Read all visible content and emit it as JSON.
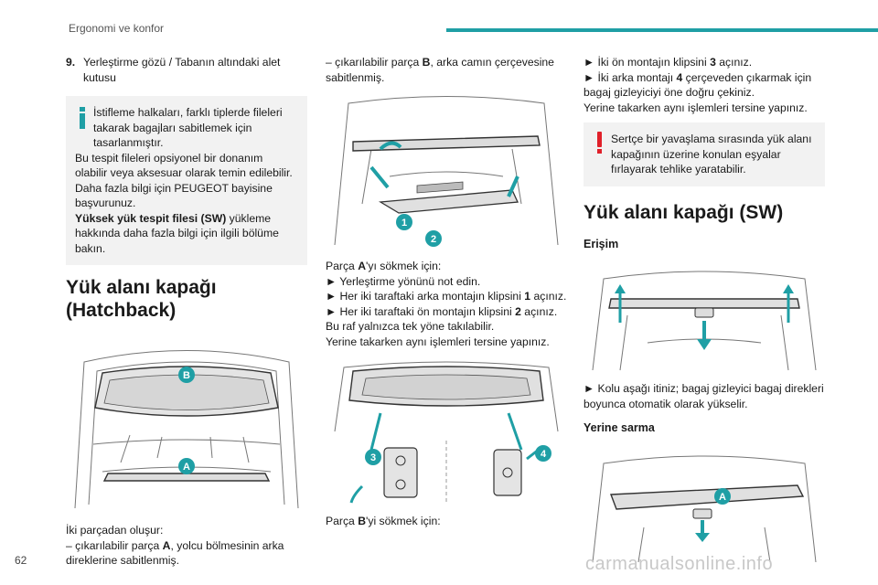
{
  "header": {
    "section_title": "Ergonomi ve konfor"
  },
  "page_number": "62",
  "watermark": "carmanualsonline.info",
  "col1": {
    "item9_num": "9.",
    "item9_text": "Yerleştirme gözü / Tabanın altındaki alet kutusu",
    "info_line1": "İstifleme halkaları, farklı tiplerde fileleri takarak bagajları sabitlemek için tasarlanmıştır.",
    "info_line2": "Bu tespit fileleri opsiyonel bir donanım olabilir veya aksesuar olarak temin edilebilir.",
    "info_line3": "Daha fazla bilgi için PEUGEOT bayisine başvurunuz.",
    "info_bold": "Yüksek yük tespit filesi (SW)",
    "info_rest": " yükleme hakkında daha fazla bilgi için ilgili bölüme bakın.",
    "heading": "Yük alanı kapağı (Hatchback)",
    "fig_label_b": "B",
    "fig_label_a": "A",
    "parts_intro": "İki parçadan oluşur:",
    "part_a_pre": "–  çıkarılabilir parça ",
    "part_a_bold": "A",
    "part_a_post": ", yolcu bölmesinin arka direklerine sabitlenmiş."
  },
  "col2": {
    "part_b_pre": "–  çıkarılabilir parça ",
    "part_b_bold": "B",
    "part_b_post": ", arka camın çerçevesine sabitlenmiş.",
    "fig1_label_1": "1",
    "fig1_label_2": "2",
    "remove_a_pre": "Parça ",
    "remove_a_bold": "A",
    "remove_a_post": "'yı sökmek için:",
    "step1": "►  Yerleştirme yönünü not edin.",
    "step2_pre": "►  Her iki taraftaki arka montajın klipsini ",
    "step2_bold": "1",
    "step2_post": " açınız.",
    "step3_pre": "►  Her iki taraftaki ön montajın klipsini ",
    "step3_bold": "2",
    "step3_post": " açınız.",
    "note1": "Bu raf yalnızca tek yöne takılabilir.",
    "note2": "Yerine takarken aynı işlemleri tersine yapınız.",
    "fig2_label_3": "3",
    "fig2_label_4": "4",
    "remove_b_pre": "Parça ",
    "remove_b_bold": "B",
    "remove_b_post": "'yi sökmek için:"
  },
  "col3": {
    "s1_pre": "►  İki ön montajın klipsini ",
    "s1_bold": "3",
    "s1_post": " açınız.",
    "s2_pre": "►  İki arka montajı ",
    "s2_bold": "4",
    "s2_post": " çerçeveden çıkarmak için bagaj gizleyiciyi öne doğru çekiniz.",
    "s3": "Yerine takarken aynı işlemleri tersine yapınız.",
    "warn": "Sertçe bir yavaşlama sırasında yük alanı kapağının üzerine konulan eşyalar fırlayarak tehlike yaratabilir.",
    "heading": "Yük alanı kapağı (SW)",
    "sub1": "Erişim",
    "access_text": "►  Kolu aşağı itiniz; bagaj gizleyici bagaj direkleri boyunca otomatik olarak yükselir.",
    "sub2": "Yerine sarma",
    "fig_label_a": "A"
  },
  "colors": {
    "accent": "#1f9fa5",
    "warning": "#e0202a",
    "box_bg": "#f2f2f2"
  }
}
